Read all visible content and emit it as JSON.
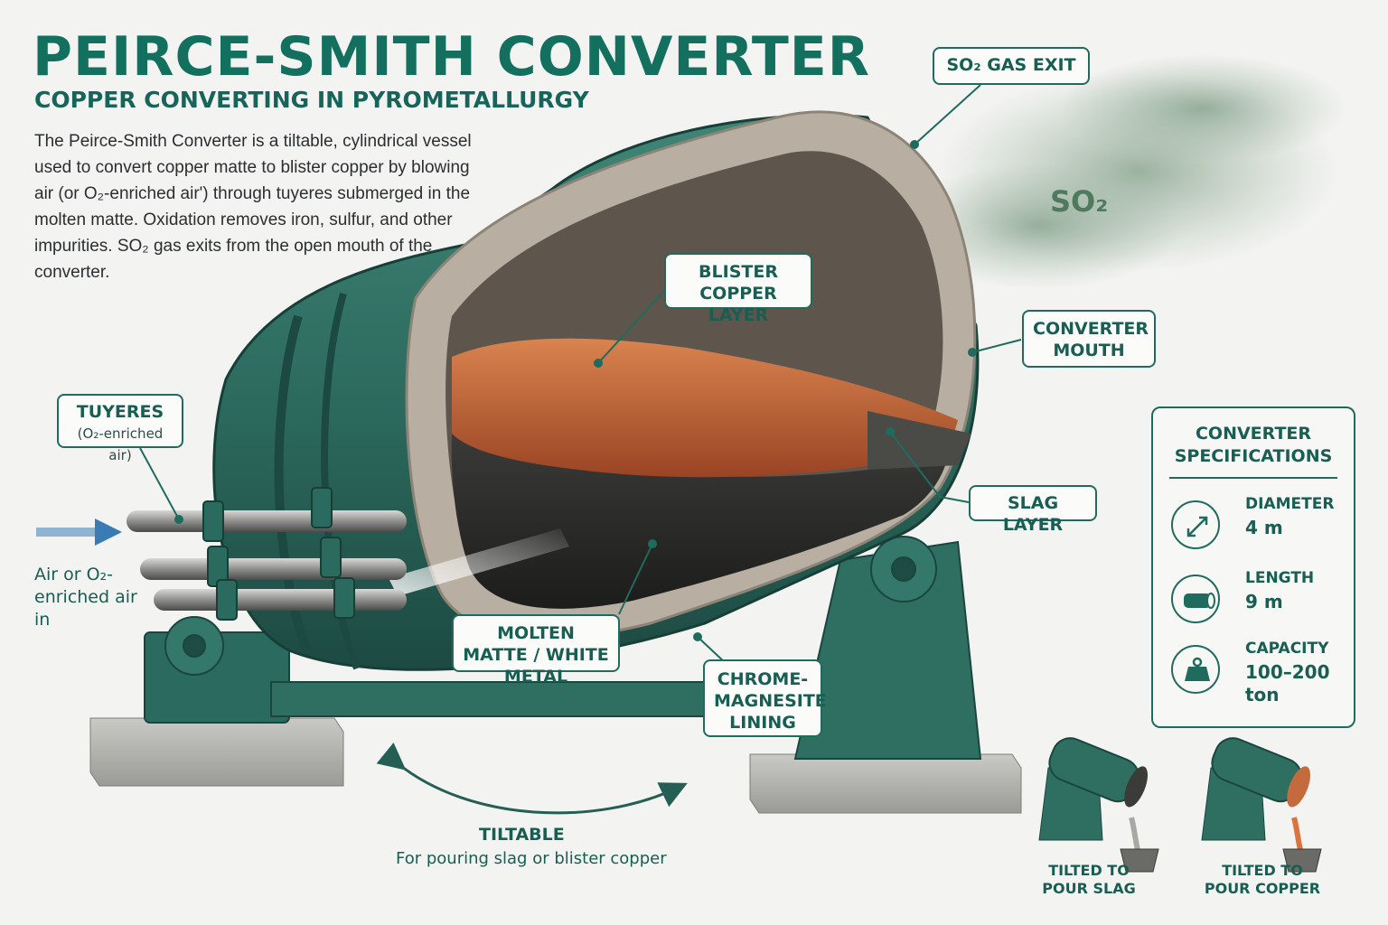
{
  "header": {
    "title": "PEIRCE-SMITH CONVERTER",
    "subtitle": "COPPER CONVERTING IN PYROMETALLURGY",
    "description": "The Peirce-Smith Converter is a tiltable, cylindrical vessel used to convert copper matte to blister copper by blowing air (or O₂-enriched air') through tuyeres submerged in the molten matte. Oxidation removes iron, sulfur, and other impurities. SO₂ gas exits from the open mouth of the converter."
  },
  "callouts": {
    "so2_exit": "SO₂ GAS EXIT",
    "so2_cloud": "SO₂",
    "blister_copper": "BLISTER COPPER LAYER",
    "converter_mouth": "CONVERTER MOUTH",
    "tuyeres": "TUYERES",
    "tuyeres_sub": "(O₂-enriched air)",
    "slag_layer": "SLAG LAYER",
    "molten_matte": "MOLTEN MATTE / WHITE METAL",
    "lining": "CHROME-MAGNESITE LINING",
    "air_in": "Air or O₂-enriched air in",
    "tiltable": "TILTABLE",
    "tiltable_sub": "For pouring slag or blister copper"
  },
  "specs": {
    "title": "CONVERTER SPECIFICATIONS",
    "items": [
      {
        "label": "DIAMETER",
        "value": "4 m",
        "icon": "diameter-arrow-icon"
      },
      {
        "label": "LENGTH",
        "value": "9 m",
        "icon": "cylinder-icon"
      },
      {
        "label": "CAPACITY",
        "value": "100–200 ton",
        "icon": "weight-icon"
      }
    ]
  },
  "pour_views": {
    "slag": "TILTED TO POUR SLAG",
    "copper": "TILTED TO POUR COPPER"
  },
  "colors": {
    "accent": "#14705e",
    "steel": "#2f6e62",
    "copper": "#c0623a",
    "matte": "#2b2b2b",
    "refractory": "#b8afa2"
  }
}
